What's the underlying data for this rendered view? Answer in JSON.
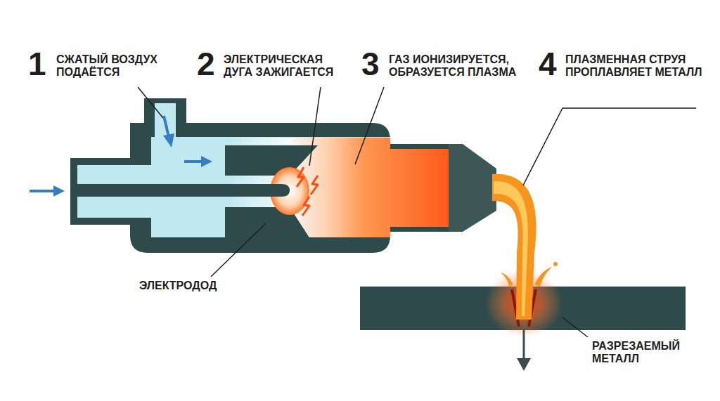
{
  "diagram": {
    "labels": [
      "1",
      "СЖАТЫЙ ВОЗДУХ ПОДАЁТСЯ",
      "2",
      "ЭЛЕКТРИЧЕСКАЯ ДУГА ЗАЖИГАЕТСЯ",
      "3",
      "ГАЗ ИОНИЗИРУЕТСЯ, ОБРАЗУЕТСЯ ПЛАЗМА",
      "4",
      "ПЛАЗМЕННАЯ СТРУЯ ПРОПЛАВЛЯЕТ МЕТАЛЛ",
      "ЭЛЕКТРОДОД",
      "РАЗРЕЗАЕМЫЙ МЕТАЛЛ"
    ]
  }
}
